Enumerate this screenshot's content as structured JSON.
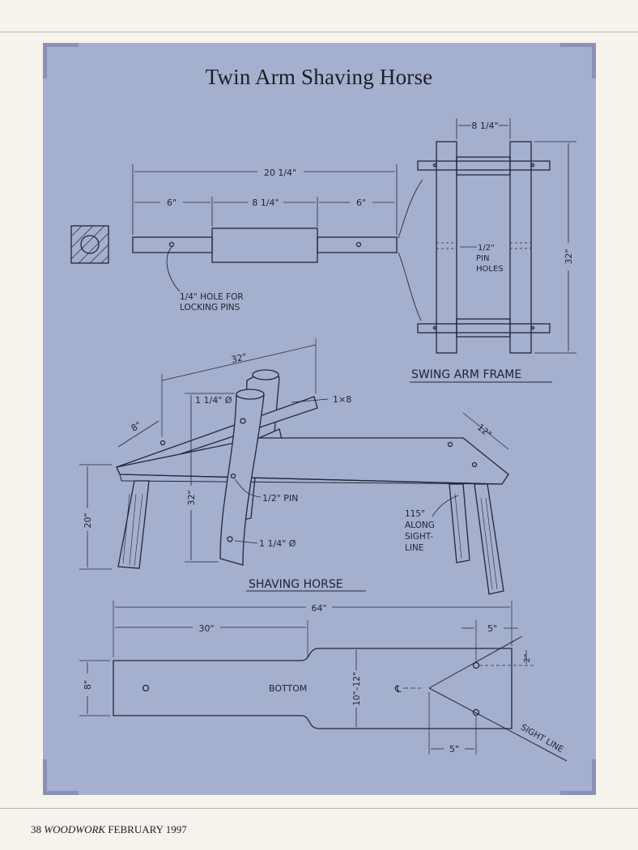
{
  "title": "Twin Arm Shaving Horse",
  "footer": {
    "page_number": "38",
    "magazine": "WOODWORK",
    "issue": "FEBRUARY 1997"
  },
  "dimensions": {
    "swing_arm_overall": "20 1/4\"",
    "swing_arm_end_left": "6\"",
    "swing_arm_middle": "8 1/4\"",
    "swing_arm_end_right": "6\"",
    "frame_width": "8 1/4\"",
    "frame_height": "32\"",
    "horse_length": "32\"",
    "arm_diameter_top": "1 1/4\" Ø",
    "board": "1×8",
    "seat_width": "8\"",
    "front_width": "12\"",
    "height": "20\"",
    "arm_height": "32\"",
    "arm_diameter_bottom": "1 1/4\" Ø",
    "overall_length": "64\"",
    "seat_length": "30\"",
    "notch": "5\"",
    "offset_2": "2\"",
    "bottom_width": "8\"",
    "front_end_width": "10\"–12\"",
    "notch_bottom": "5\""
  },
  "labels": {
    "locking_pins_line1": "1/4\" HOLE FOR",
    "locking_pins_line2": "LOCKING PINS",
    "pin_holes_line1": "1/2\"",
    "pin_holes_line2": "PIN",
    "pin_holes_line3": "HOLES",
    "swing_arm_frame": "SWING ARM FRAME",
    "half_pin": "1/2\" PIN",
    "angle_line1": "115°",
    "angle_line2": "ALONG",
    "angle_line3": "SIGHT-",
    "angle_line4": "LINE",
    "shaving_horse": "SHAVING HORSE",
    "bottom": "BOTTOM",
    "sight_line": "SIGHT LINE",
    "centerline": "℄"
  }
}
